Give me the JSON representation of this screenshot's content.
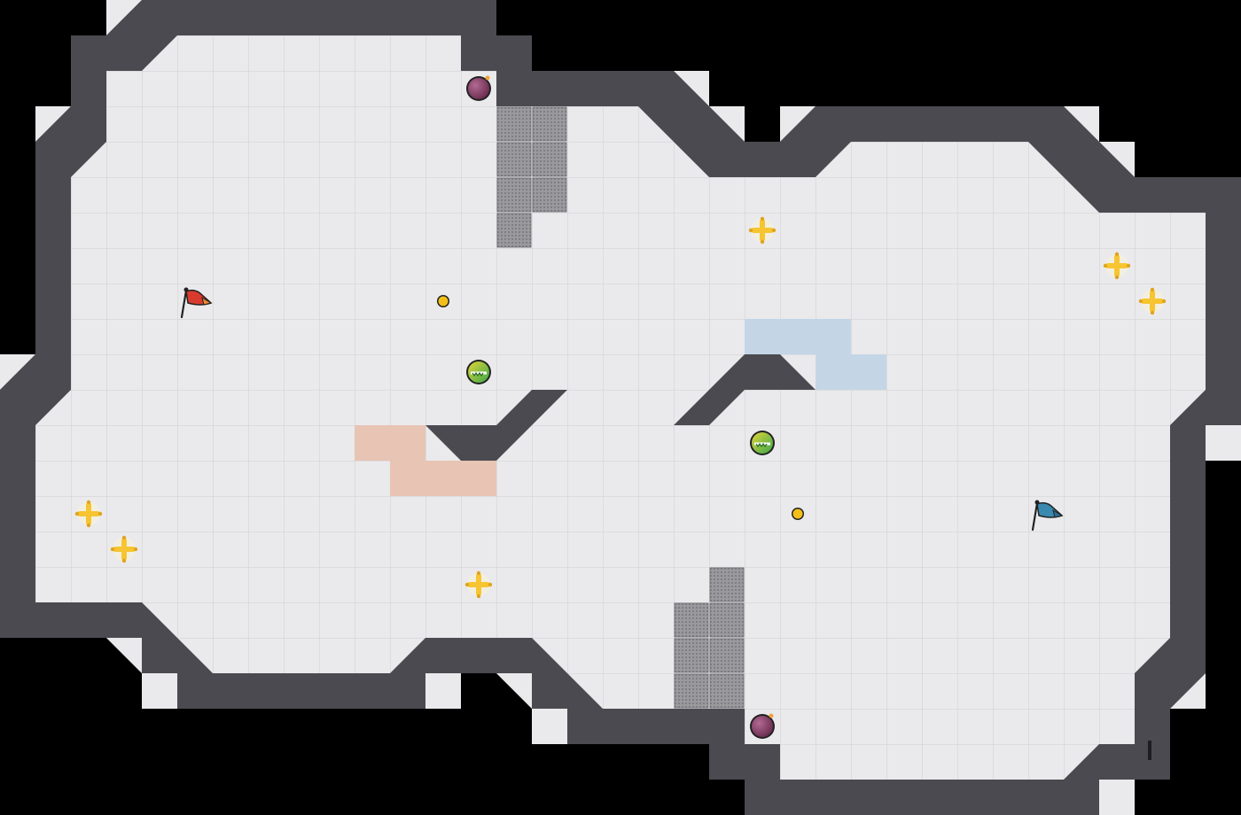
{
  "game": {
    "name": "capture-the-flag-map",
    "tile_unit": "tile",
    "colors": {
      "background": "#000000",
      "floor": "#eaeaec",
      "floor_grid": "#d7d7da",
      "wall": "#4a4a50",
      "wall_edge": "#2e2e33",
      "red_zone": "#e8c4b4",
      "blue_zone": "#c4d6e6",
      "spike": "#8a8a8e",
      "boost": "#f7c531",
      "bomb": "#8a3f67",
      "powerup": "#7cc04a",
      "token": "#f3c019",
      "red_flag": "#d83b2e",
      "blue_flag": "#3a89b0"
    }
  },
  "flags": [
    {
      "team": "red",
      "icon": "red-flag-icon",
      "tile": [
        5,
        8
      ]
    },
    {
      "team": "blue",
      "icon": "blue-flag-icon",
      "tile": [
        29,
        14
      ]
    }
  ],
  "boosts": [
    {
      "tile": [
        21,
        6
      ]
    },
    {
      "tile": [
        31,
        7
      ]
    },
    {
      "tile": [
        32,
        8
      ]
    },
    {
      "tile": [
        2,
        14
      ]
    },
    {
      "tile": [
        3,
        15
      ]
    },
    {
      "tile": [
        13,
        16
      ]
    }
  ],
  "bombs": [
    {
      "tile": [
        13,
        2
      ]
    },
    {
      "tile": [
        21,
        20
      ]
    }
  ],
  "powerups": [
    {
      "tile": [
        13,
        10
      ]
    },
    {
      "tile": [
        21,
        12
      ]
    }
  ],
  "tokens": [
    {
      "tile": [
        12,
        8
      ]
    },
    {
      "tile": [
        22,
        14
      ]
    }
  ],
  "spike_tiles": [
    [
      14,
      3
    ],
    [
      15,
      3
    ],
    [
      14,
      4
    ],
    [
      15,
      4
    ],
    [
      14,
      5
    ],
    [
      15,
      5
    ],
    [
      14,
      6
    ],
    [
      20,
      16
    ],
    [
      19,
      17
    ],
    [
      20,
      17
    ],
    [
      19,
      18
    ],
    [
      20,
      18
    ],
    [
      19,
      19
    ],
    [
      20,
      19
    ]
  ],
  "red_zone_tiles": [
    [
      10,
      12
    ],
    [
      11,
      12
    ],
    [
      11,
      13
    ],
    [
      12,
      13
    ],
    [
      13,
      13
    ]
  ],
  "blue_zone_tiles": [
    [
      21,
      9
    ],
    [
      22,
      9
    ],
    [
      23,
      9
    ],
    [
      23,
      10
    ],
    [
      24,
      10
    ]
  ]
}
